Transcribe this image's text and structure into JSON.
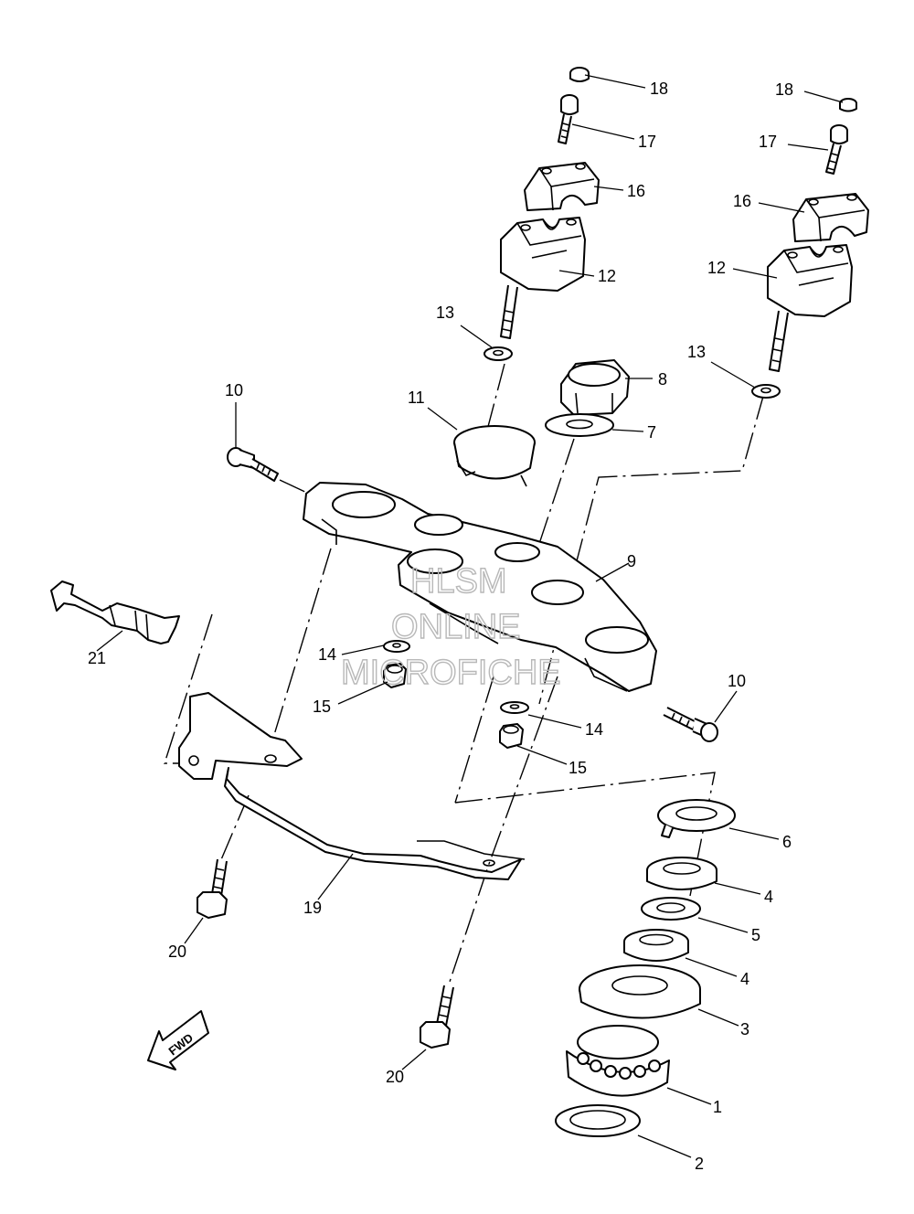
{
  "watermark": {
    "line1": "HLSM",
    "line2": "ONLINE",
    "line3": "MICROFICHE"
  },
  "fwd_label": "FWD",
  "callouts": [
    {
      "n": "18"
    },
    {
      "n": "17"
    },
    {
      "n": "16"
    },
    {
      "n": "12"
    },
    {
      "n": "13"
    },
    {
      "n": "18"
    },
    {
      "n": "17"
    },
    {
      "n": "16"
    },
    {
      "n": "12"
    },
    {
      "n": "13"
    },
    {
      "n": "8"
    },
    {
      "n": "7"
    },
    {
      "n": "11"
    },
    {
      "n": "10"
    },
    {
      "n": "9"
    },
    {
      "n": "21"
    },
    {
      "n": "14"
    },
    {
      "n": "15"
    },
    {
      "n": "10"
    },
    {
      "n": "14"
    },
    {
      "n": "15"
    },
    {
      "n": "6"
    },
    {
      "n": "4"
    },
    {
      "n": "5"
    },
    {
      "n": "4"
    },
    {
      "n": "3"
    },
    {
      "n": "1"
    },
    {
      "n": "2"
    },
    {
      "n": "19"
    },
    {
      "n": "20"
    },
    {
      "n": "20"
    }
  ]
}
